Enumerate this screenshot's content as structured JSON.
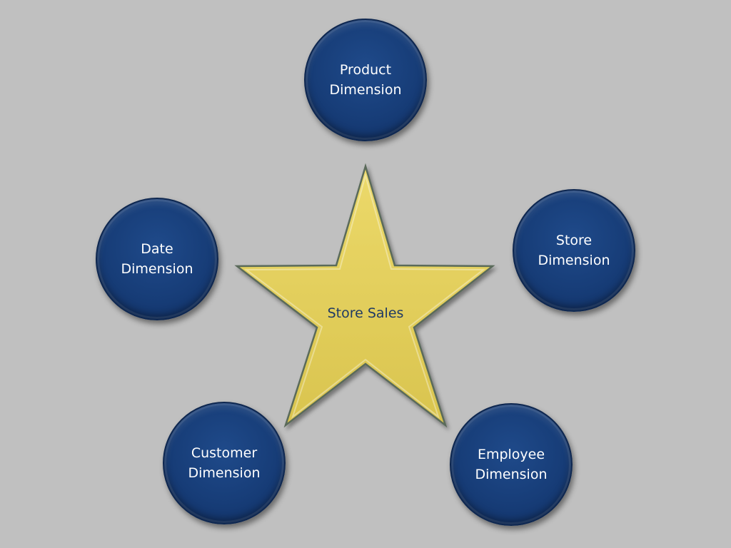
{
  "fact": {
    "label": "Store Sales",
    "color": "#e3cf5a"
  },
  "dimensions": {
    "product": {
      "label": "Product\nDimension"
    },
    "date": {
      "label": "Date\nDimension"
    },
    "store": {
      "label": "Store\nDimension"
    },
    "customer": {
      "label": "Customer\nDimension"
    },
    "employee": {
      "label": "Employee\nDimension"
    }
  },
  "colors": {
    "background": "#c0c0c0",
    "dimension_fill": "#173d78"
  }
}
